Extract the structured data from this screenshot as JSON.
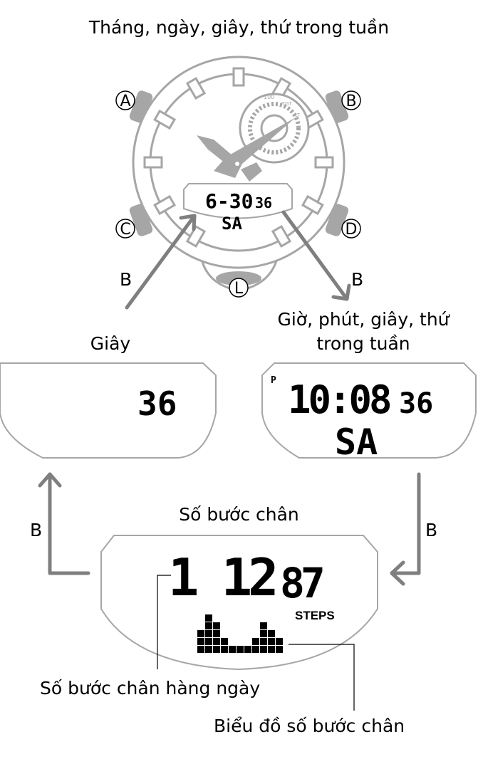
{
  "labels": {
    "top_title": "Tháng, ngày, giây, thứ trong tuần",
    "seconds_title": "Giây",
    "time_title_line1": "Giờ, phút, giây, thứ",
    "time_title_line2": "trong tuần",
    "steps_title": "Số bước chân",
    "daily_steps": "Số bước chân hàng ngày",
    "steps_graph": "Biểu đồ số bước chân",
    "arrow_b": "B"
  },
  "watch": {
    "buttons": [
      "A",
      "B",
      "C",
      "D",
      "L"
    ],
    "subdial_labels": [
      "100",
      "TGT",
      "LT"
    ],
    "display_date": "6-30",
    "display_seconds": "36",
    "display_day": "SA"
  },
  "seconds_screen": {
    "seconds": "36"
  },
  "time_screen": {
    "pm": "P",
    "time": "10:08",
    "seconds": "36",
    "day": "SA"
  },
  "steps_screen": {
    "steps_main": "1 12",
    "steps_small": "87",
    "unit": "STEPS",
    "graph_levels": [
      3,
      5,
      4,
      2,
      1,
      1,
      1,
      2,
      4,
      3,
      2
    ]
  },
  "colors": {
    "outline": "#a6a6a6",
    "arrow": "#7f7f7f",
    "button": "#a6a6a6",
    "lcd": "#000000"
  }
}
